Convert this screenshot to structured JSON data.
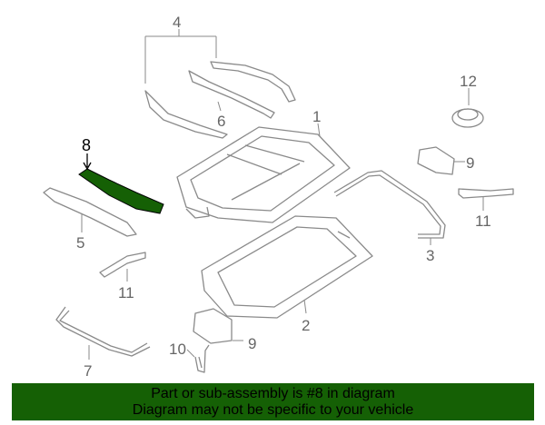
{
  "diagram": {
    "highlighted_part": "8",
    "highlight_color": "#156005",
    "callouts": [
      {
        "id": "c4",
        "label": "4"
      },
      {
        "id": "c6",
        "label": "6"
      },
      {
        "id": "c1",
        "label": "1"
      },
      {
        "id": "c12",
        "label": "12"
      },
      {
        "id": "c9a",
        "label": "9"
      },
      {
        "id": "c8",
        "label": "8"
      },
      {
        "id": "c5",
        "label": "5"
      },
      {
        "id": "c11a",
        "label": "11"
      },
      {
        "id": "c3",
        "label": "3"
      },
      {
        "id": "c11b",
        "label": "11"
      },
      {
        "id": "c2",
        "label": "2"
      },
      {
        "id": "c9b",
        "label": "9"
      },
      {
        "id": "c10",
        "label": "10"
      },
      {
        "id": "c7",
        "label": "7"
      }
    ]
  },
  "banner": {
    "line1": "Part or sub-assembly is #8 in diagram",
    "line2": "Diagram may not be specific to your vehicle"
  }
}
